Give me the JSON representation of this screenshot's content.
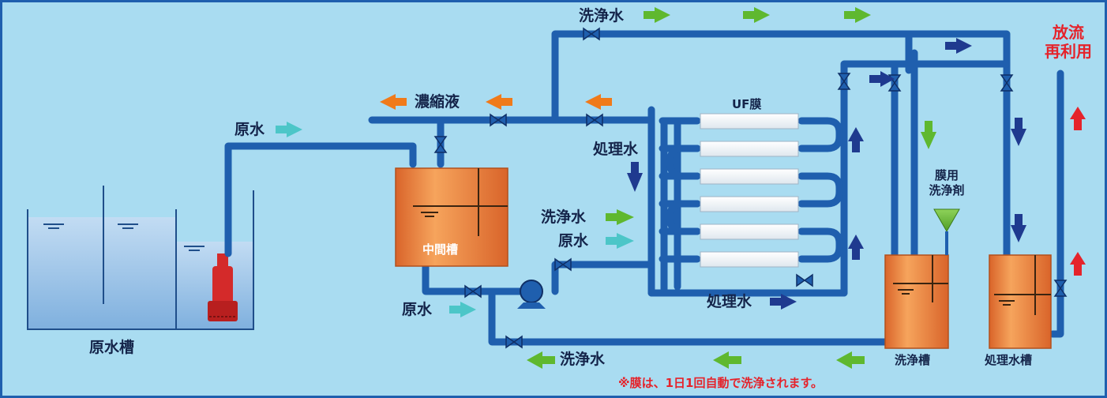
{
  "tanks": {
    "raw_water_tank": "原水槽",
    "intermediate_tank": "中間槽",
    "wash_tank": "洗浄槽",
    "treated_water_tank": "処理水槽"
  },
  "module_label": "UF膜",
  "chemical_label": [
    "膜用",
    "洗浄剤"
  ],
  "discharge_label": [
    "放流",
    "再利用"
  ],
  "flow_labels": {
    "raw_water_to_intermediate": "原水",
    "raw_water_pump_out": "原水",
    "raw_water_feed": "原水",
    "concentrate": "濃縮液",
    "wash_water_top": "洗浄水",
    "wash_water_feed": "洗浄水",
    "wash_water_return": "洗浄水",
    "treated_water_left": "処理水",
    "treated_water_bottom": "処理水"
  },
  "note": "※膜は、1日1回自動で洗浄されます。",
  "colors": {
    "background": "#a9dcf1",
    "pipe": "#1f5fae",
    "tank_orange": "#ef8a3c",
    "water": "#9ec7ea",
    "pump": "#d42a2a",
    "arrow_green": "#5fb82f",
    "arrow_cyan": "#4cc6c8",
    "arrow_orange": "#f07a1a",
    "arrow_navy": "#1f3a8f",
    "label_red": "#e5232b"
  }
}
